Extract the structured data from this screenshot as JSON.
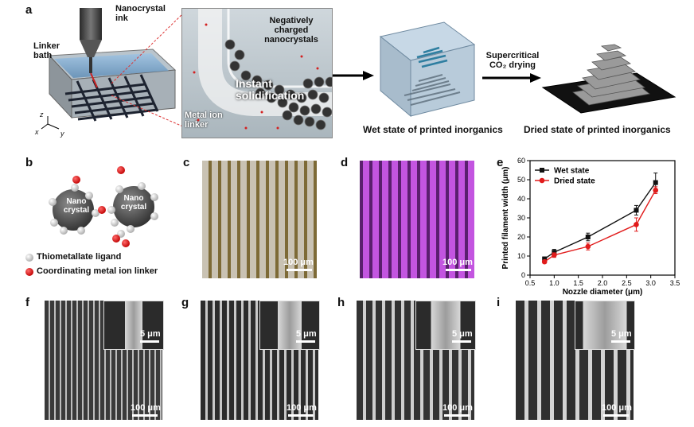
{
  "panels": {
    "a": "a",
    "b": "b",
    "c": "c",
    "d": "d",
    "e": "e",
    "f": "f",
    "g": "g",
    "h": "h",
    "i": "i"
  },
  "panel_a": {
    "nanocrystal_ink": "Nanocrystal ink",
    "linker_bath": "Linker bath",
    "negatively_charged": "Negatively charged nanocrystals",
    "instant_solidification": "Instant solidification",
    "metal_ion_linker": "Metal ion linker",
    "axis_z": "z",
    "axis_x": "x",
    "axis_y": "y",
    "supercritical": "Supercritical CO₂ drying",
    "wet_state": "Wet state of printed inorganics",
    "dried_state": "Dried state of printed inorganics"
  },
  "panel_b": {
    "nano_crystal_1": "Nano crystal",
    "nano_crystal_2": "Nano crystal",
    "legend_ligand": "Thiometallate ligand",
    "legend_linker": "Coordinating metal ion linker"
  },
  "scale_bars": {
    "c": "100 μm",
    "d": "100 μm",
    "f": "100 μm",
    "g": "100 μm",
    "h": "100 μm",
    "i": "100 μm",
    "f_inset": "5 μm",
    "g_inset": "5 μm",
    "h_inset": "5 μm",
    "i_inset": "5 μm"
  },
  "colors": {
    "optical_bg": "#c9c2b3",
    "optical_line": "#7d6a36",
    "fluor_bg": "#c355e0",
    "fluor_line": "#5a1f6e",
    "sem_bg": "#3a3a3a",
    "sem_line": "#bdbdbd",
    "wet_series": "#111111",
    "dried_series": "#e11b1b"
  },
  "chart_data": {
    "type": "line",
    "xlabel": "Nozzle diameter (μm)",
    "ylabel": "Printed filament width (μm)",
    "xlim": [
      0.5,
      3.5
    ],
    "ylim": [
      0,
      60
    ],
    "xticks": [
      "0.5",
      "1.0",
      "1.5",
      "2.0",
      "2.5",
      "3.0",
      "3.5"
    ],
    "yticks": [
      "0",
      "10",
      "20",
      "30",
      "40",
      "50",
      "60"
    ],
    "legend_position": "top-left",
    "series": [
      {
        "name": "Wet state",
        "marker": "square",
        "x": [
          0.8,
          1.0,
          1.7,
          2.7,
          3.1
        ],
        "y": [
          8.5,
          12,
          20,
          34,
          48.5
        ],
        "err": [
          1,
          1.5,
          2,
          2.5,
          5
        ]
      },
      {
        "name": "Dried state",
        "marker": "circle",
        "x": [
          0.8,
          1.0,
          1.7,
          2.7,
          3.1
        ],
        "y": [
          7,
          10.5,
          15,
          26.5,
          44.5
        ],
        "err": [
          0.8,
          1.2,
          1.8,
          3.5,
          1.8
        ]
      }
    ]
  }
}
